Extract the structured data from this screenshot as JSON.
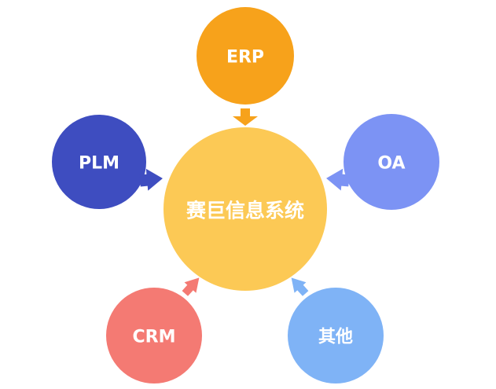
{
  "diagram": {
    "center": {
      "label": "赛巨信息系统",
      "color": "#FCC955"
    },
    "nodes": [
      {
        "id": "erp",
        "label": "ERP",
        "color": "#F7A21B"
      },
      {
        "id": "plm",
        "label": "PLM",
        "color": "#3E4DC0"
      },
      {
        "id": "oa",
        "label": "OA",
        "color": "#7C93F4"
      },
      {
        "id": "crm",
        "label": "CRM",
        "color": "#F47A73"
      },
      {
        "id": "other",
        "label": "其他",
        "color": "#7FB3F6"
      }
    ]
  }
}
